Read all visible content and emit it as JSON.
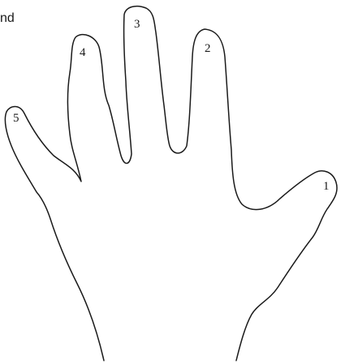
{
  "corner_text": "nd",
  "fingers": [
    {
      "id": "thumb",
      "label": "1"
    },
    {
      "id": "index",
      "label": "2"
    },
    {
      "id": "middle",
      "label": "3"
    },
    {
      "id": "ring",
      "label": "4"
    },
    {
      "id": "pinky",
      "label": "5"
    }
  ],
  "colors": {
    "outline": "#1a1a1a",
    "background": "#ffffff"
  }
}
